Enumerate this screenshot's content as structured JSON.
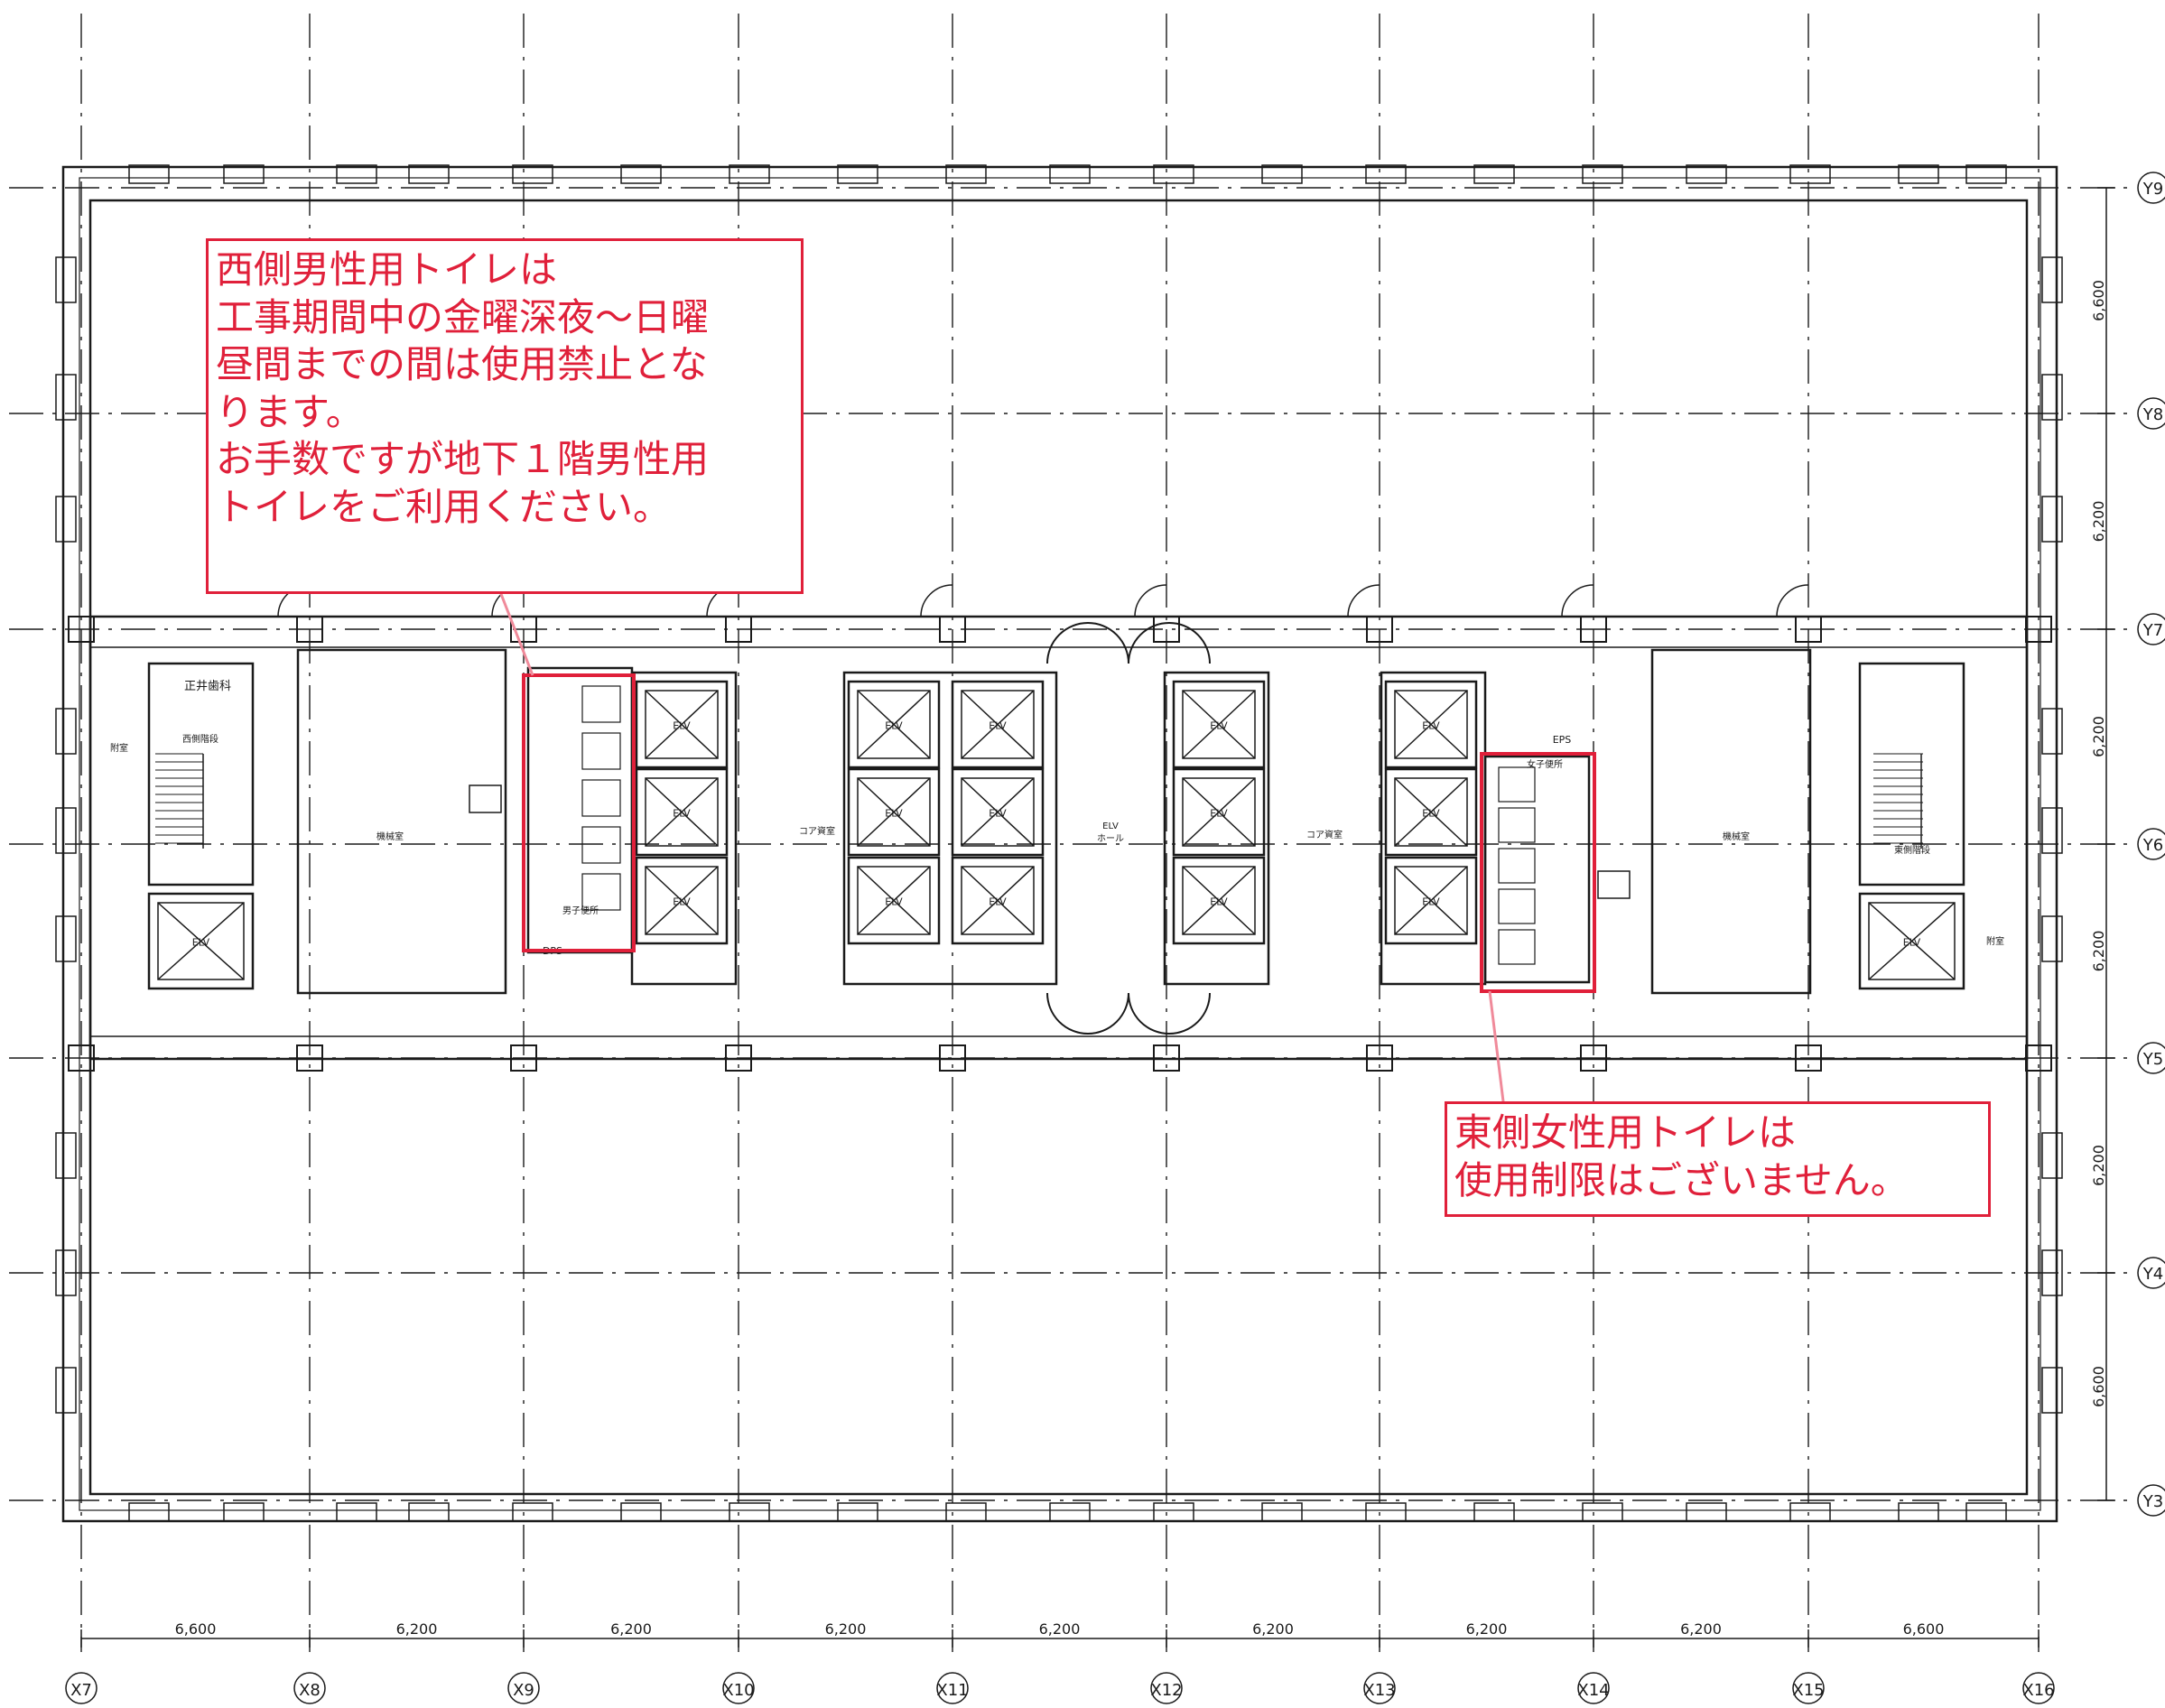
{
  "colors": {
    "line": "#1a1a1a",
    "accent": "#e0203a",
    "leader": "#f08a9a"
  },
  "grid": {
    "x_axes": [
      "X7",
      "X8",
      "X9",
      "X10",
      "X11",
      "X12",
      "X13",
      "X14",
      "X15",
      "X16"
    ],
    "y_axes": [
      "Y9",
      "Y8",
      "Y7",
      "Y6",
      "Y5",
      "Y4",
      "Y3"
    ],
    "x_spans": [
      "6,600",
      "6,200",
      "6,200",
      "6,200",
      "6,200",
      "6,200",
      "6,200",
      "6,200",
      "6,600"
    ],
    "y_spans": [
      "6,600",
      "6,200",
      "6,200",
      "6,200",
      "6,200",
      "6,600"
    ]
  },
  "rooms": {
    "west_clinic": "正井歯科",
    "west_stair": "西側階段",
    "west_annex": "附室",
    "west_mech": "機械室",
    "mens_toilet": "男子便所",
    "core_left": "コア資室",
    "elv_hall": "ELV\nホール",
    "core_right": "コア資室",
    "eps": "EPS",
    "womens_toilet": "女子便所",
    "east_mech": "機械室",
    "east_stair": "東側階段",
    "east_annex": "附室",
    "elv": "ELV",
    "dps": "DPS"
  },
  "callouts": {
    "west": {
      "lines": [
        "西側男性用トイレは",
        "工事期間中の金曜深夜～日曜",
        "昼間までの間は使用禁止とな",
        "ります。",
        "お手数ですが地下１階男性用",
        "トイレをご利用ください。"
      ]
    },
    "east": {
      "lines": [
        "東側女性用トイレは",
        "使用制限はございません。"
      ]
    }
  }
}
